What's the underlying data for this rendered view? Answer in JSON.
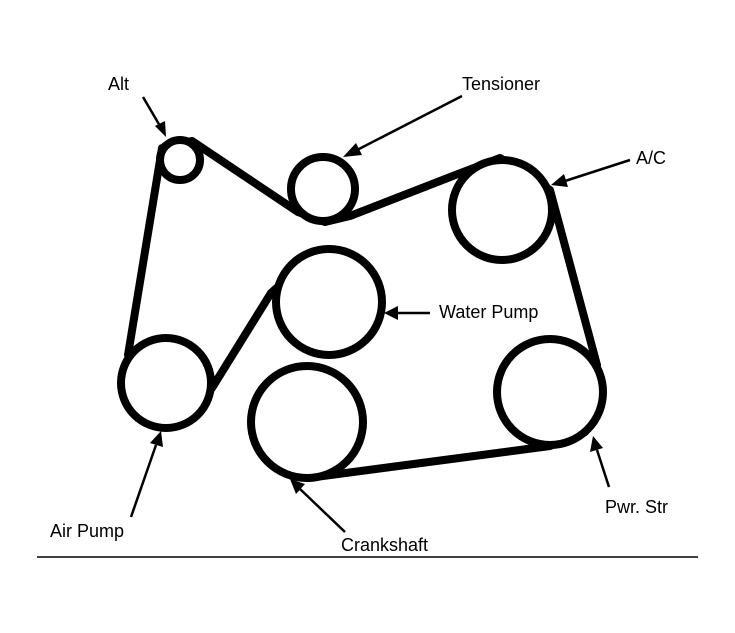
{
  "labels": {
    "alt": "Alt",
    "tensioner": "Tensioner",
    "ac": "A/C",
    "water_pump": "Water Pump",
    "air_pump": "Air Pump",
    "crankshaft": "Crankshaft",
    "pwr_str": "Pwr. Str"
  },
  "colors": {
    "line": "#000000",
    "background": "#ffffff"
  }
}
